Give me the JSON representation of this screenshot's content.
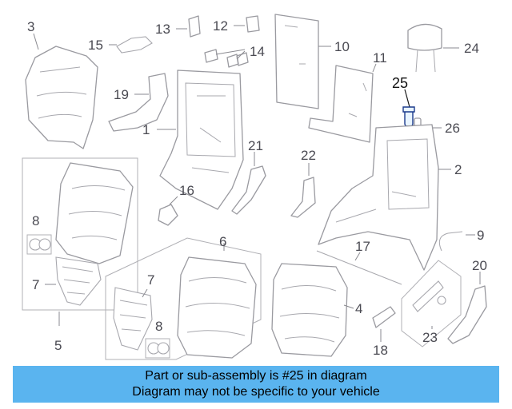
{
  "callouts": {
    "c1": "1",
    "c2": "2",
    "c3": "3",
    "c4": "4",
    "c5": "5",
    "c6": "6",
    "c7a": "7",
    "c7b": "7",
    "c8a": "8",
    "c8b": "8",
    "c9": "9",
    "c10": "10",
    "c11": "11",
    "c12": "12",
    "c13": "13",
    "c14": "14",
    "c15": "15",
    "c16": "16",
    "c17": "17",
    "c19": "19",
    "c20": "20",
    "c21": "21",
    "c22": "22",
    "c23": "23",
    "c24": "24",
    "c25": "25",
    "c26": "26",
    "c18": "18"
  },
  "highlighted_part": "25",
  "banner": {
    "line1": "Part or sub-assembly is #25 in diagram",
    "line2": "Diagram may not be specific to your vehicle"
  },
  "colors": {
    "banner": "#5ab4ef",
    "highlight": "#1a3a8c"
  }
}
